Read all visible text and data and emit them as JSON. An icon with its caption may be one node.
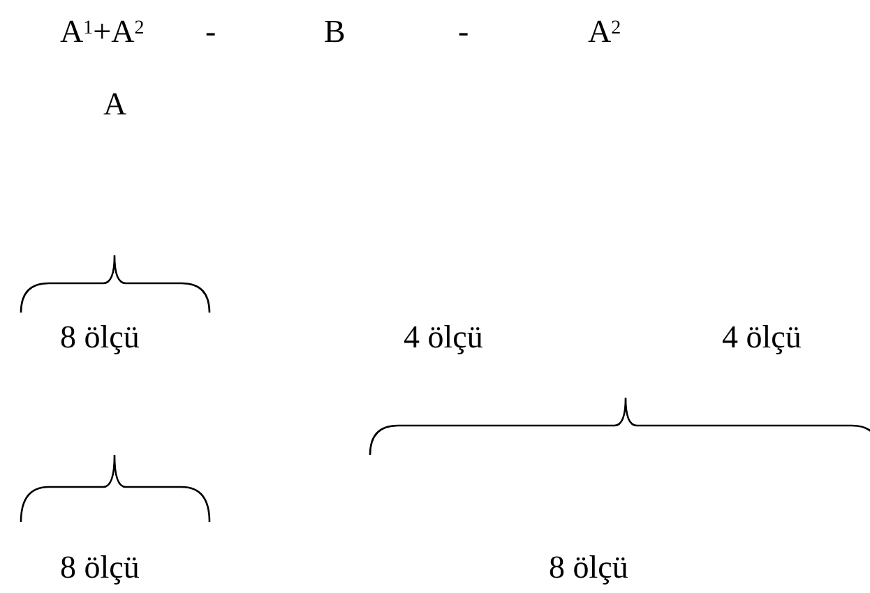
{
  "diagram": {
    "labels": [
      "A$^{1}$+A$^{2}$",
      "-",
      "B",
      "-",
      "A$^{2}$",
      "A",
      "8 ölçü",
      "4 ölçü",
      "4 ölçü",
      "8 ölçü",
      "8 ölçü"
    ]
  }
}
